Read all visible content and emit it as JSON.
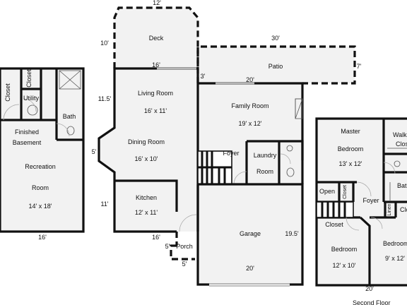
{
  "basement": {
    "closet": "Closet",
    "closet2": "Closet",
    "utility": "Utility",
    "bath": "Bath",
    "finished1": "Finished",
    "finished2": "Basement",
    "recreation": "Recreation",
    "room": "Room",
    "rec_dims": "14' x 18'",
    "width_dim": "16'"
  },
  "main_floor": {
    "deck": "Deck",
    "deck_top_dim": "12'",
    "deck_side_dim": "10'",
    "living_room": "Living Room",
    "living_dims": "16' x 11'",
    "living_top_dim": "16'",
    "living_side_dim": "11.5'",
    "bay_dim": "5'",
    "dining_room": "Dining Room",
    "dining_dims": "16' x 10'",
    "kitchen": "Kitchen",
    "kitchen_dims": "12' x 11'",
    "kitchen_side_dim": "11'",
    "kitchen_bottom_dim": "16'",
    "porch": "Porch",
    "porch_dim_side": "5'",
    "porch_dim_bottom": "5'",
    "patio": "Patio",
    "patio_top_dim": "30'",
    "patio_side_dim": "7'",
    "patio_inner_dim": "20'",
    "patio_offset_dim": "3'",
    "family_room": "Family Room",
    "family_dims": "19' x 12'",
    "foyer": "Foyer",
    "laundry1": "Laundry",
    "laundry2": "Room",
    "garage": "Garage",
    "garage_side_dim": "19.5'",
    "garage_bottom_dim": "20'"
  },
  "second_floor": {
    "master1": "Master",
    "master2": "Bedroom",
    "master_dims": "13' x 12'",
    "walk_in1": "Walk",
    "walk_in2": "Clos",
    "bath": "Bath",
    "open": "Open",
    "closet_v": "Closet",
    "foyer": "Foyer",
    "linen": "Linen",
    "clo": "Clo",
    "closet": "Closet",
    "bedroom_a": "Bedroom",
    "bedroom_a_dims": "12' x 10'",
    "bedroom_b": "Bedroom",
    "bedroom_b_dims": "9' x 12'",
    "width_dim": "20'",
    "caption": "Second Floor"
  }
}
